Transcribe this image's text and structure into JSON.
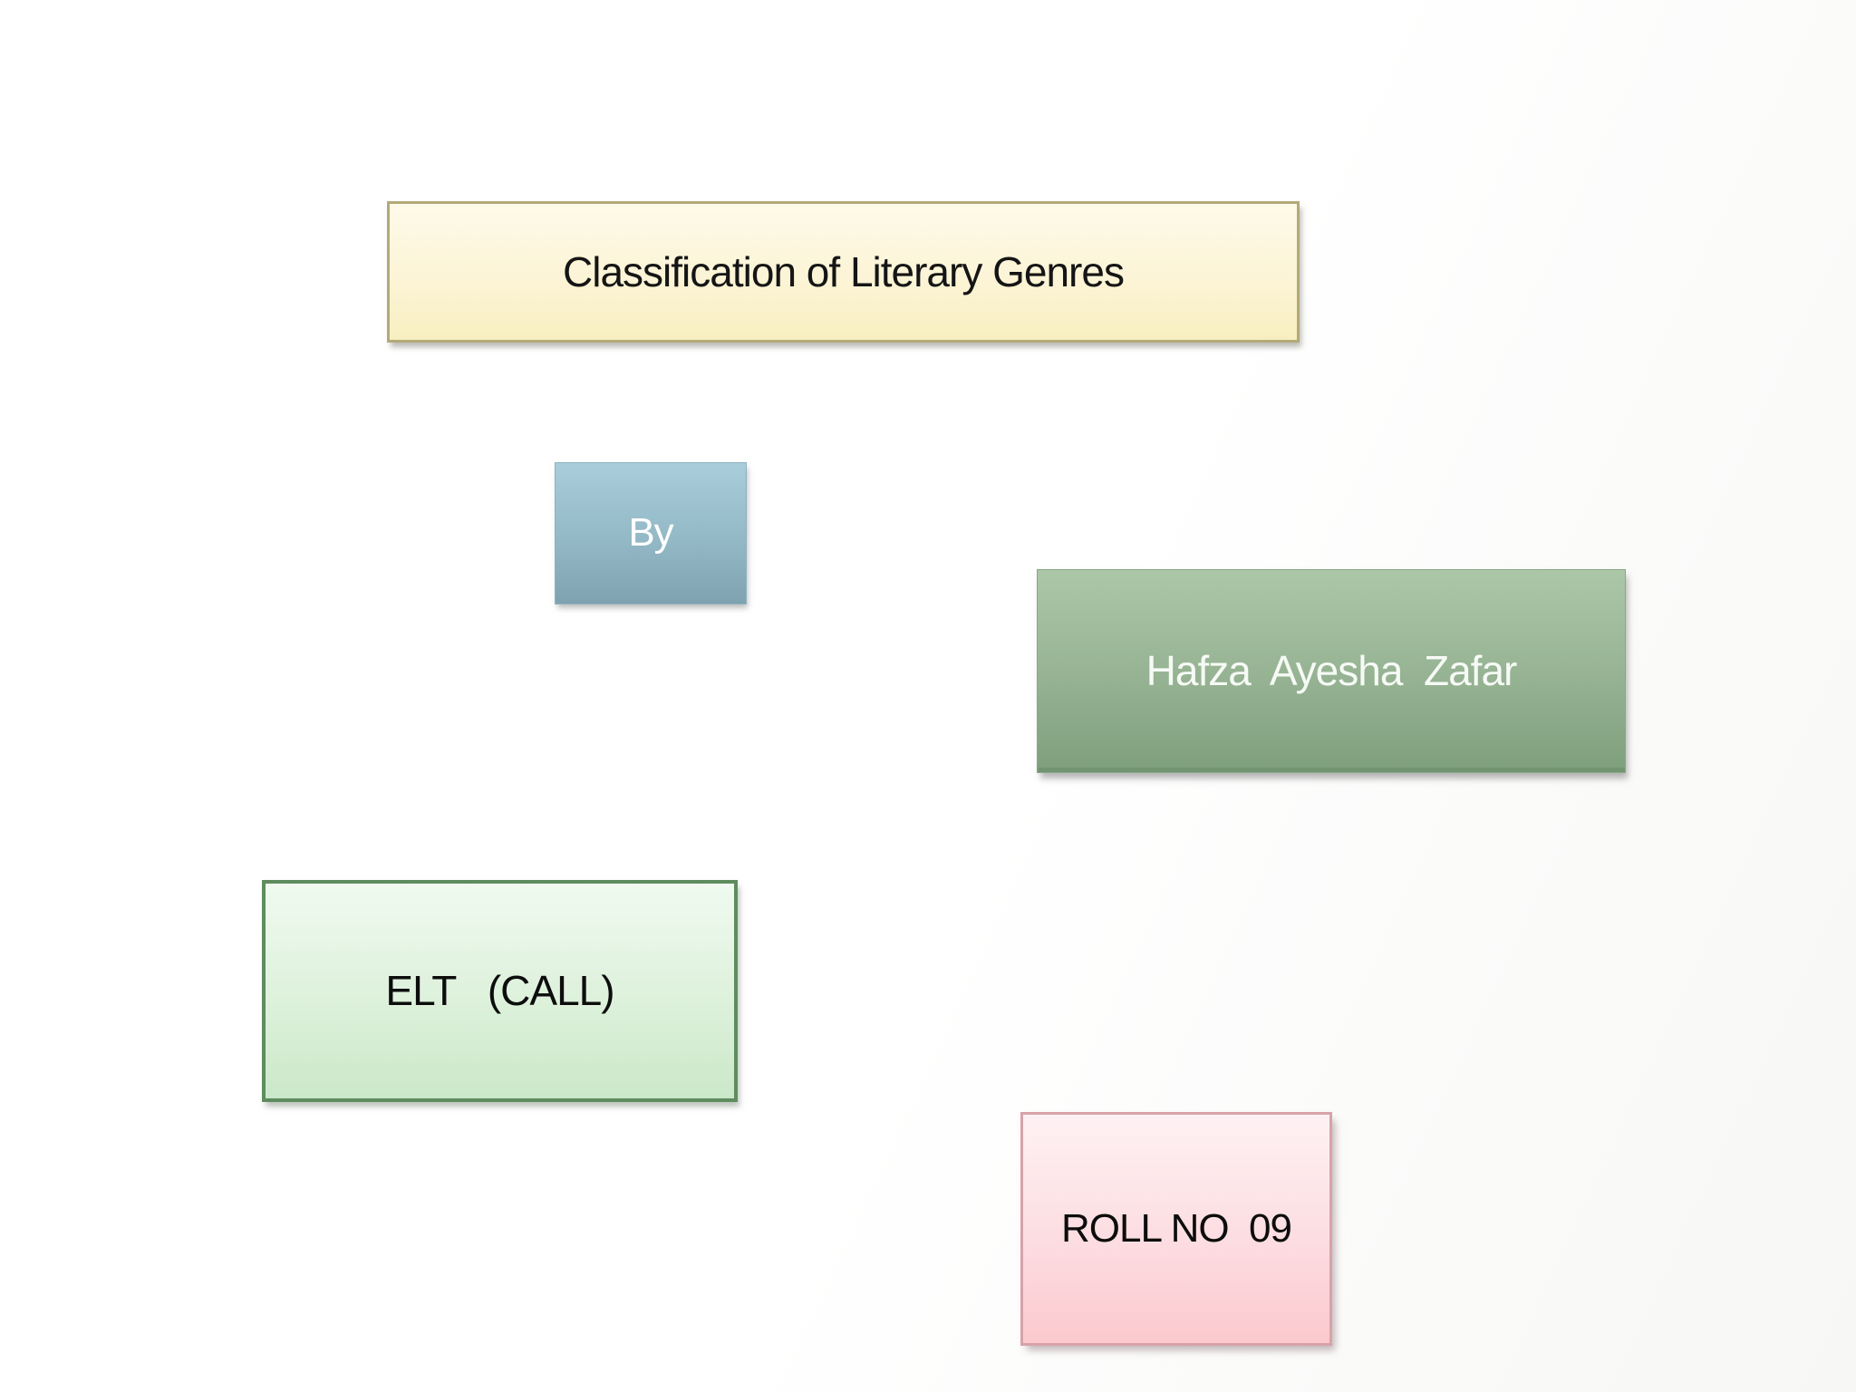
{
  "slide": {
    "background_color": "#FFFFFF",
    "title_box": {
      "label": "Classification of Literary Genres",
      "fill_top": "#FEFAE9",
      "fill_bottom": "#F8EFC0",
      "border_color": "#B3AA79",
      "text_color": "#151515"
    },
    "by_box": {
      "label": "By",
      "fill_top": "#A9CDDA",
      "fill_bottom": "#7FA2B0",
      "text_color": "#FFFFFF"
    },
    "author_box": {
      "label": "Hafza  Ayesha  Zafar",
      "fill_top": "#ABC7A7",
      "fill_bottom": "#7E9F7C",
      "text_color": "#F6FAF5"
    },
    "elt_box": {
      "label": "ELT   (CALL)",
      "fill_top": "#F0FAF0",
      "fill_bottom": "#CBE8C9",
      "border_color": "#5E8C5E",
      "text_color": "#0D0D0D"
    },
    "roll_box": {
      "label": "ROLL NO  09",
      "fill_top": "#FEF1F3",
      "fill_bottom": "#FBC9CE",
      "border_color": "#D8A2AA",
      "text_color": "#0D0D0D"
    }
  }
}
